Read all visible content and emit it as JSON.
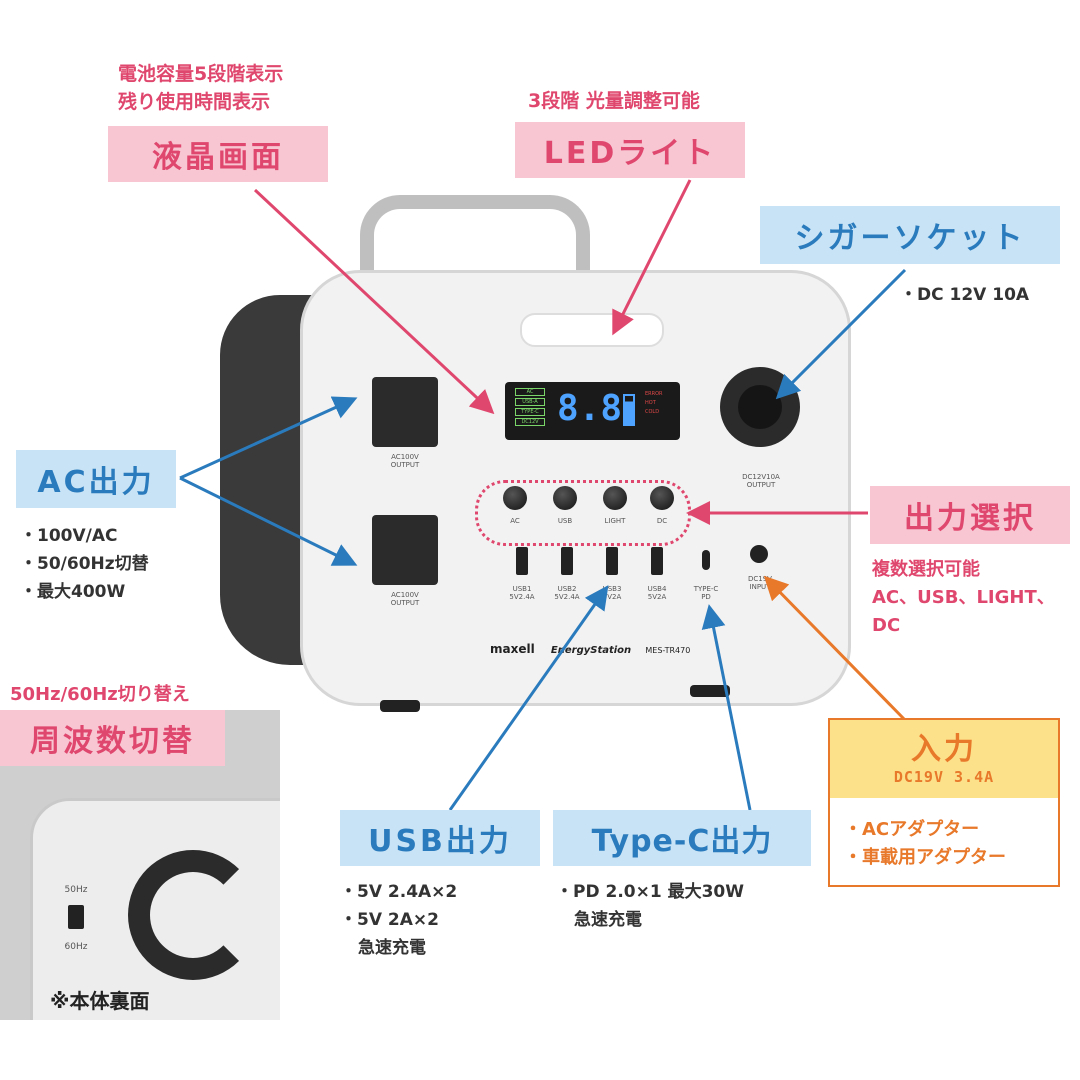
{
  "lcd_screen": {
    "note_lines": [
      "電池容量5段階表示",
      "残り使用時間表示"
    ],
    "label": "液晶画面"
  },
  "led_light": {
    "note": "3段階 光量調整可能",
    "label": "LEDライト"
  },
  "cigar_socket": {
    "label": "シガーソケット",
    "spec": "・DC 12V 10A"
  },
  "ac_output": {
    "label": "AC出力",
    "specs": [
      "・100V/AC",
      "・50/60Hz切替",
      "・最大400W"
    ]
  },
  "output_select": {
    "label": "出力選択",
    "notes": [
      "複数選択可能",
      "AC、USB、LIGHT、",
      "DC"
    ]
  },
  "frequency_switch": {
    "note": "50Hz/60Hz切り替え",
    "label": "周波数切替",
    "hz50": "50Hz",
    "hz60": "60Hz",
    "caption": "※本体裏面"
  },
  "input": {
    "label": "入力",
    "spec": "DC19V 3.4A",
    "items": [
      "・ACアダプター",
      "・車載用アダプター"
    ]
  },
  "usb_output": {
    "label": "USB出力",
    "specs": [
      "・5V 2.4A×2",
      "・5V 2A×2",
      "急速充電"
    ]
  },
  "typec_output": {
    "label": "Type-C出力",
    "specs": [
      "・PD 2.0×1 最大30W",
      "急速充電"
    ]
  },
  "device": {
    "brand": "maxell",
    "product": "EnergyStation",
    "model": "MES-TR470",
    "ac_port_label_1": "AC100V",
    "ac_port_label_2": "OUTPUT",
    "dc_out_label_1": "DC12V10A",
    "dc_out_label_2": "OUTPUT",
    "lcd_digits": "8.8",
    "lcd_tags": [
      "AC",
      "USB-A",
      "TYPE-C",
      "DC12V"
    ],
    "lcd_right": [
      "ERROR",
      "HOT",
      "COLD"
    ],
    "buttons": [
      "AC",
      "USB",
      "LIGHT",
      "DC"
    ],
    "usb_ports": [
      {
        "line1": "USB1",
        "line2": "5V2.4A"
      },
      {
        "line1": "USB2",
        "line2": "5V2.4A"
      },
      {
        "line1": "USB3",
        "line2": "5V2A"
      },
      {
        "line1": "USB4",
        "line2": "5V2A"
      }
    ],
    "typec_line1": "TYPE-C",
    "typec_line2": "PD",
    "dc_in_line1": "DC19V",
    "dc_in_line2": "INPUT"
  },
  "colors": {
    "pink": "#e0476e",
    "pink_bg": "#f7c6d2",
    "blue": "#2a7bbd",
    "blue_bg": "#c8e3f5",
    "orange": "#e8782a",
    "yellow_bg": "#fde08a"
  }
}
